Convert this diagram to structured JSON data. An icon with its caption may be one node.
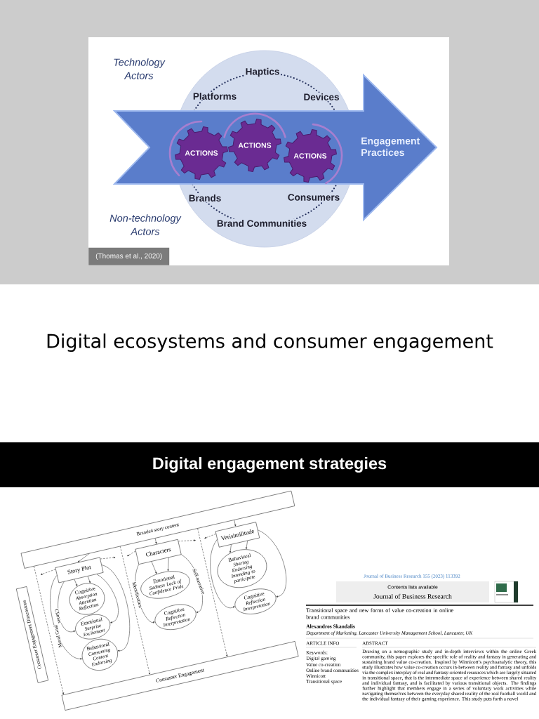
{
  "diagram": {
    "caption": "Digital ecosystems and consumer engagement",
    "nodes": [
      {
        "text": [
          "Engagement Practices"
        ]
      },
      {
        "text": [
          "ACTIONS"
        ],
        "in": 0
      },
      {
        "text": [
          "ACTIONS"
        ],
        "in": 0
      },
      {
        "text": [
          "ACTIONS"
        ],
        "in": 0
      },
      {
        "text": [
          "Digital engagement strategies"
        ]
      },
      {
        "text": [
          "Branded story content"
        ]
      },
      {
        "text": [
          "Consumer Engagement Dimensions"
        ]
      },
      {
        "text": [
          "Story Plot"
        ]
      },
      {
        "text": [
          "Characters"
        ]
      },
      {
        "text": [
          "Verisimilitude"
        ]
      },
      {
        "text": [
          "Cognitive",
          "Absorption Attention Reflection"
        ]
      },
      {
        "text": [
          "Emotional",
          "Surprise Excitement"
        ]
      },
      {
        "text": [
          "Behavioral",
          "Consuming Content Endorsing"
        ]
      },
      {
        "text": [
          "Emotional",
          "Sadness Lack of Confidence Pride"
        ]
      },
      {
        "text": [
          "Cognitive",
          "Reflection Interpretation"
        ]
      },
      {
        "text": [
          "Behavioral",
          "Sharing Endorsing Intending to participate"
        ]
      },
      {
        "text": [
          "Cognitive",
          "Reflection Interpretation"
        ]
      },
      {
        "text": [
          "Consumer Engagement"
        ]
      },
      {
        "text": [
          "Contents lists available",
          "Journal of Business Research"
        ]
      }
    ],
    "edges": [
      {
        "from": 5,
        "to": 7,
        "arrow": "to"
      },
      {
        "from": 5,
        "to": 8,
        "arrow": "to"
      },
      {
        "from": 5,
        "to": 9,
        "arrow": "to"
      },
      {
        "from": 5,
        "to": 17,
        "arrow": "to",
        "style": "dashed"
      },
      {
        "from": 5,
        "to": 17,
        "arrow": "to",
        "style": "dashed"
      },
      {
        "from": 5,
        "to": 17,
        "arrow": "to",
        "style": "dashed"
      },
      {
        "from": 7,
        "to": null,
        "arrow": "to",
        "style": "dashed"
      },
      {
        "from": 7,
        "to": null,
        "arrow": "to",
        "style": "dashed"
      },
      {
        "from": 8,
        "to": null,
        "arrow": "to",
        "style": "dashed"
      },
      {
        "from": 8,
        "to": null,
        "arrow": "to",
        "style": "dashed"
      },
      {
        "from": 9,
        "to": null,
        "arrow": "to",
        "style": "dashed"
      },
      {
        "from": 7,
        "to": 10,
        "arrow": "to"
      },
      {
        "from": 7,
        "to": 10,
        "arrow": "to"
      },
      {
        "from": 7,
        "to": 11,
        "arrow": "to",
        "label": "Climax"
      },
      {
        "from": 7,
        "to": 12,
        "arrow": "to",
        "label": "Moral Goal"
      },
      {
        "from": 7,
        "to": 11,
        "arrow": "to"
      },
      {
        "from": 7,
        "to": 12,
        "arrow": "to"
      },
      {
        "from": 8,
        "to": 13,
        "arrow": "to"
      },
      {
        "from": 8,
        "to": 13,
        "arrow": "to"
      },
      {
        "from": 8,
        "to": 14,
        "arrow": "to",
        "label": "Identification"
      },
      {
        "from": 8,
        "to": 14,
        "arrow": "to",
        "label": "Self-narrative"
      },
      {
        "from": 9,
        "to": 15,
        "arrow": "to"
      },
      {
        "from": 9,
        "to": 15,
        "arrow": "to"
      },
      {
        "from": 9,
        "to": 16,
        "arrow": "to"
      },
      {
        "from": 9,
        "to": 16,
        "arrow": "to"
      }
    ],
    "labels": [
      "Technology Actors",
      "Haptics",
      "Platforms",
      "Devices",
      "Brands",
      "Consumers",
      "Non-technology Actors",
      "Brand Communities",
      "(Thomas et al., 2020)",
      "Journal of Business Research 155 (2023) 113392",
      "Transitional space and new forms of value co-creation in online brand communities",
      "Alexandros Skandalis",
      "Department of Marketing, Lancaster University Management School, Lancaster, UK",
      "ARTICLE INFO",
      "ABSTRACT",
      "Keywords:",
      "Digital gaming",
      "Value co-creation",
      "Online brand communities",
      "Winnicott",
      "Transitional space",
      "Drawing on a netnographic study and in-depth interviews within the online Greek community, this paper explores the specific role of reality and fantasy in generating and sustaining brand value co-creation. Inspired by Winnicott’s psychoanalytic theory, this study illustrates how value co-creation occurs in-between reality and fantasy and unfolds via the complex interplay of real and fantasy-oriented resources which are largely situated in transitional space, that is the intermediate space of experience between shared reality and individual fantasy, and is facilitated by various transitional objects. The findings further highlight that members engage in a series of voluntary work activities while navigating themselves between the everyday shared reality of the real football world and the individual fantasy of their gaming experience. This study puts forth a novel"
    ]
  }
}
